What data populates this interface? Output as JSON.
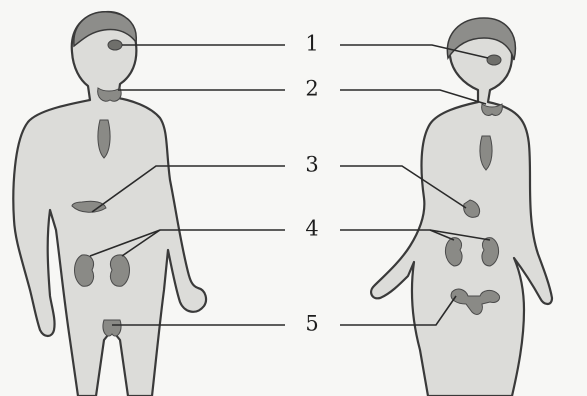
{
  "labels": [
    {
      "id": 1,
      "text": "1"
    },
    {
      "id": 2,
      "text": "2"
    },
    {
      "id": 3,
      "text": "3"
    },
    {
      "id": 4,
      "text": "4"
    },
    {
      "id": 5,
      "text": "5"
    }
  ],
  "icons": {
    "male_figure": "male-body-silhouette",
    "female_figure": "female-body-silhouette"
  }
}
